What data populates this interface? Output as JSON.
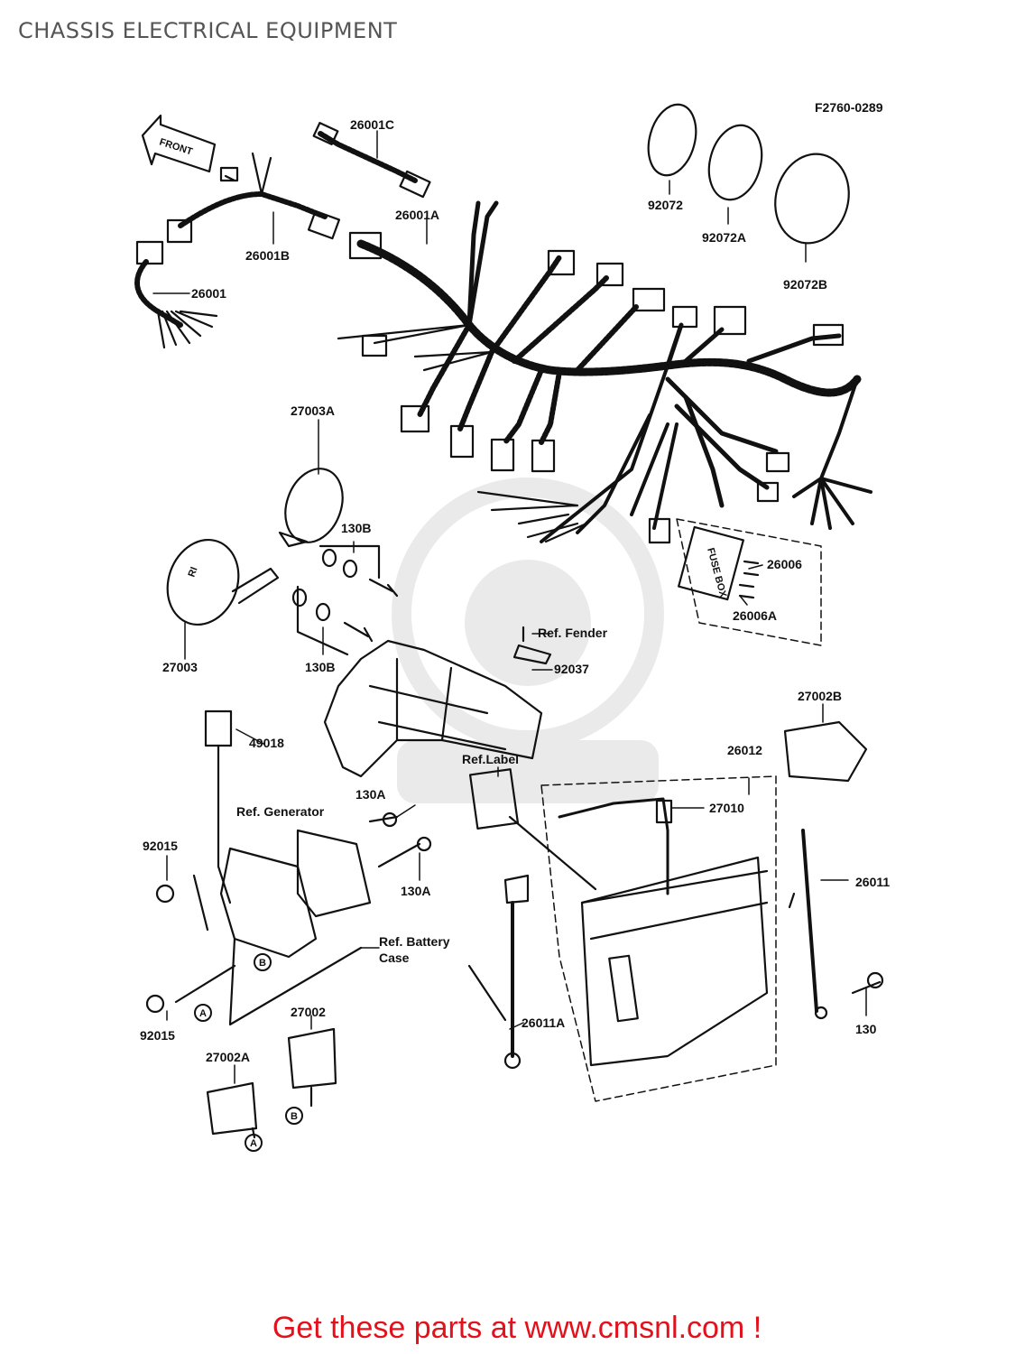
{
  "title": "CHASSIS ELECTRICAL EQUIPMENT",
  "figure_code": "F2760-0289",
  "front_label": "FRONT",
  "parts": [
    {
      "id": "26001C",
      "label": "26001C"
    },
    {
      "id": "26001A",
      "label": "26001A"
    },
    {
      "id": "26001B",
      "label": "26001B"
    },
    {
      "id": "26001",
      "label": "26001"
    },
    {
      "id": "92072",
      "label": "92072"
    },
    {
      "id": "92072A",
      "label": "92072A"
    },
    {
      "id": "92072B",
      "label": "92072B"
    },
    {
      "id": "27003A",
      "label": "27003A"
    },
    {
      "id": "27003",
      "label": "27003"
    },
    {
      "id": "130B-1",
      "label": "130B"
    },
    {
      "id": "130B-2",
      "label": "130B"
    },
    {
      "id": "26006",
      "label": "26006"
    },
    {
      "id": "26006A",
      "label": "26006A"
    },
    {
      "id": "ref-fender",
      "label": "Ref. Fender"
    },
    {
      "id": "92037",
      "label": "92037"
    },
    {
      "id": "49018",
      "label": "49018"
    },
    {
      "id": "27002B",
      "label": "27002B"
    },
    {
      "id": "26012",
      "label": "26012"
    },
    {
      "id": "ref-label",
      "label": "Ref.Label"
    },
    {
      "id": "27010",
      "label": "27010"
    },
    {
      "id": "ref-generator",
      "label": "Ref. Generator"
    },
    {
      "id": "130A-1",
      "label": "130A"
    },
    {
      "id": "130A-2",
      "label": "130A"
    },
    {
      "id": "92015-1",
      "label": "92015"
    },
    {
      "id": "92015-2",
      "label": "92015"
    },
    {
      "id": "26011",
      "label": "26011"
    },
    {
      "id": "ref-battery-1",
      "label": "Ref. Battery"
    },
    {
      "id": "ref-battery-2",
      "label": "Case"
    },
    {
      "id": "26011A",
      "label": "26011A"
    },
    {
      "id": "27002",
      "label": "27002"
    },
    {
      "id": "130",
      "label": "130"
    },
    {
      "id": "27002A",
      "label": "27002A"
    }
  ],
  "markers": {
    "a": "A",
    "b": "B"
  },
  "regulator_code": "FUSE BOX",
  "horn_code": "RI",
  "footer": "Get these parts at www.cmsnl.com !",
  "colors": {
    "footer": "#e3111b",
    "title": "#555555",
    "ink": "#111111"
  }
}
